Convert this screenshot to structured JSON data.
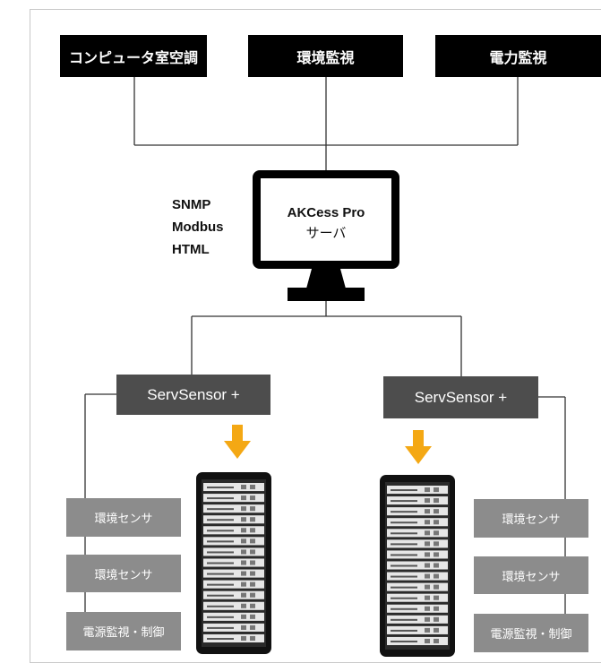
{
  "top_systems": [
    "コンピュータ室空調",
    "環境監視",
    "電力監視"
  ],
  "protocols": [
    "SNMP",
    "Modbus",
    "HTML"
  ],
  "server": {
    "line1": "AKCess Pro",
    "line2": "サーバ"
  },
  "hubs": {
    "left": "ServSensor +",
    "right": "ServSensor +"
  },
  "left_devices": [
    "環境センサ",
    "環境センサ",
    "電源監視・制御"
  ],
  "right_devices": [
    "環境センサ",
    "環境センサ",
    "電源監視・制御"
  ],
  "colors": {
    "top_box": "#000000",
    "hub": "#4d4d4d",
    "device": "#8c8c8c",
    "arrow": "#f4a814"
  }
}
